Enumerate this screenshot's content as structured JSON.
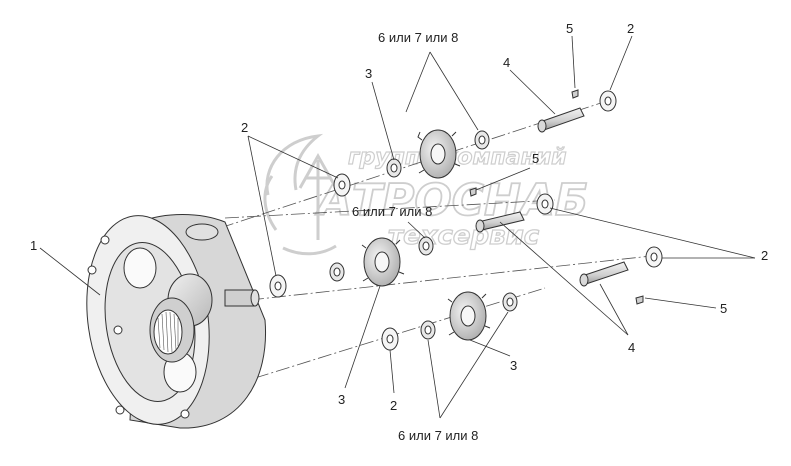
{
  "diagram": {
    "labels": {
      "l1": "1",
      "l2a": "2",
      "l2b": "2",
      "l2c": "2",
      "l2d": "2",
      "l3a": "3",
      "l3b": "3",
      "l3c": "3",
      "l4a": "4",
      "l4b": "4",
      "l5a": "5",
      "l5b": "5",
      "l5c": "5",
      "l678a": "6 или 7 или 8",
      "l678b": "6 или 7 или 8",
      "l678c": "6 или 7 или 8"
    },
    "watermark": {
      "line1": "группа компаний",
      "line2": "АТРОСНАБ",
      "line3": "техсервис"
    },
    "colors": {
      "line": "#333333",
      "part_fill": "#e8e8e8",
      "part_shade": "#bdbdbd",
      "watermark": "#c9c9c9"
    }
  }
}
